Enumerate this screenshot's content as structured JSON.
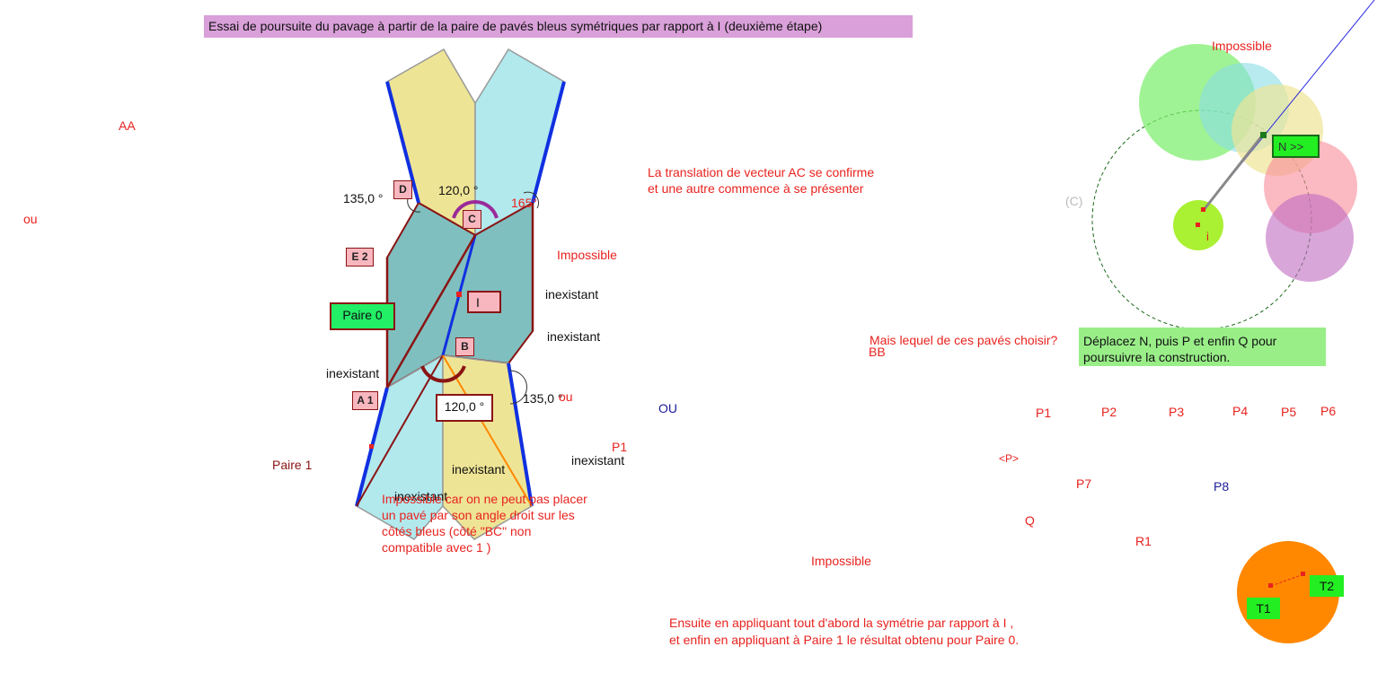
{
  "title": "Essai de poursuite du pavage à partir de la paire de pavés bleus symétriques par rapport à I (deuxième étape)",
  "labels": {
    "aa": "AA",
    "ou_left": "ou",
    "ou_small": "ou",
    "ou_mid": "OU",
    "bb": "BB",
    "angle_135_top": "135,0 °",
    "angle_120_top": "120,0 °",
    "angle_165": "165°",
    "angle_135_bottom": "135,0 °",
    "angle_120_bottom": "120,0 °",
    "pt_d": "D",
    "pt_c": "C",
    "pt_e2": "E 2",
    "pt_i": "I",
    "pt_b": "B",
    "pt_a1": "A 1",
    "paire0": "Paire 0",
    "paire1": "Paire 1",
    "impossible_1": "Impossible",
    "impossible_2": "Impossible",
    "impossible_3": "Impossible",
    "inexistant_1": "inexistant",
    "inexistant_2": "inexistant",
    "inexistant_3": "inexistant",
    "inexistant_4": "inexistant",
    "inexistant_5": "inexistant",
    "inexistant_6": "inexistant",
    "p1_left": "P1"
  },
  "notes": {
    "translation_line1": "La translation de vecteur AC se confirme",
    "translation_line2": "et une autre commence à se présenter",
    "impossible_line1": "Impossible car on ne peut pas placer",
    "impossible_line2": "un pavé par son angle droit sur les",
    "impossible_line3": "côtés bleus (côté \"BC\"  non",
    "impossible_line4": "compatible avec 1 )",
    "ensuite_line1": "Ensuite  en appliquant tout d'abord  la symétrie par rapport à I ,",
    "ensuite_line2": " et enfin en appliquant  à Paire 1 le résultat obtenu pour Paire 0.",
    "question": "Mais lequel de ces pavés choisir?",
    "instruction": "Déplacez N, puis P et enfin Q pour poursuivre la construction."
  },
  "right_panel": {
    "impossible_top": "Impossible",
    "circle_c": "(C)",
    "point_i": "i",
    "button_n": "N >>",
    "points": [
      "P1",
      "P2",
      "P3",
      "P4",
      "P5",
      "P6"
    ],
    "p_marker": "<P>",
    "p7": "P7",
    "p8": "P8",
    "q": "Q",
    "r1": "R1",
    "t1": "T1",
    "t2": "T2"
  },
  "colors": {
    "yellow": "#eee495",
    "cyan": "#b1e9ed",
    "teal": "#7fbfbf",
    "blue_edge": "#1030e0",
    "dark_red": "#8a1414",
    "orange": "#ff8800",
    "green": "#22ee22"
  }
}
